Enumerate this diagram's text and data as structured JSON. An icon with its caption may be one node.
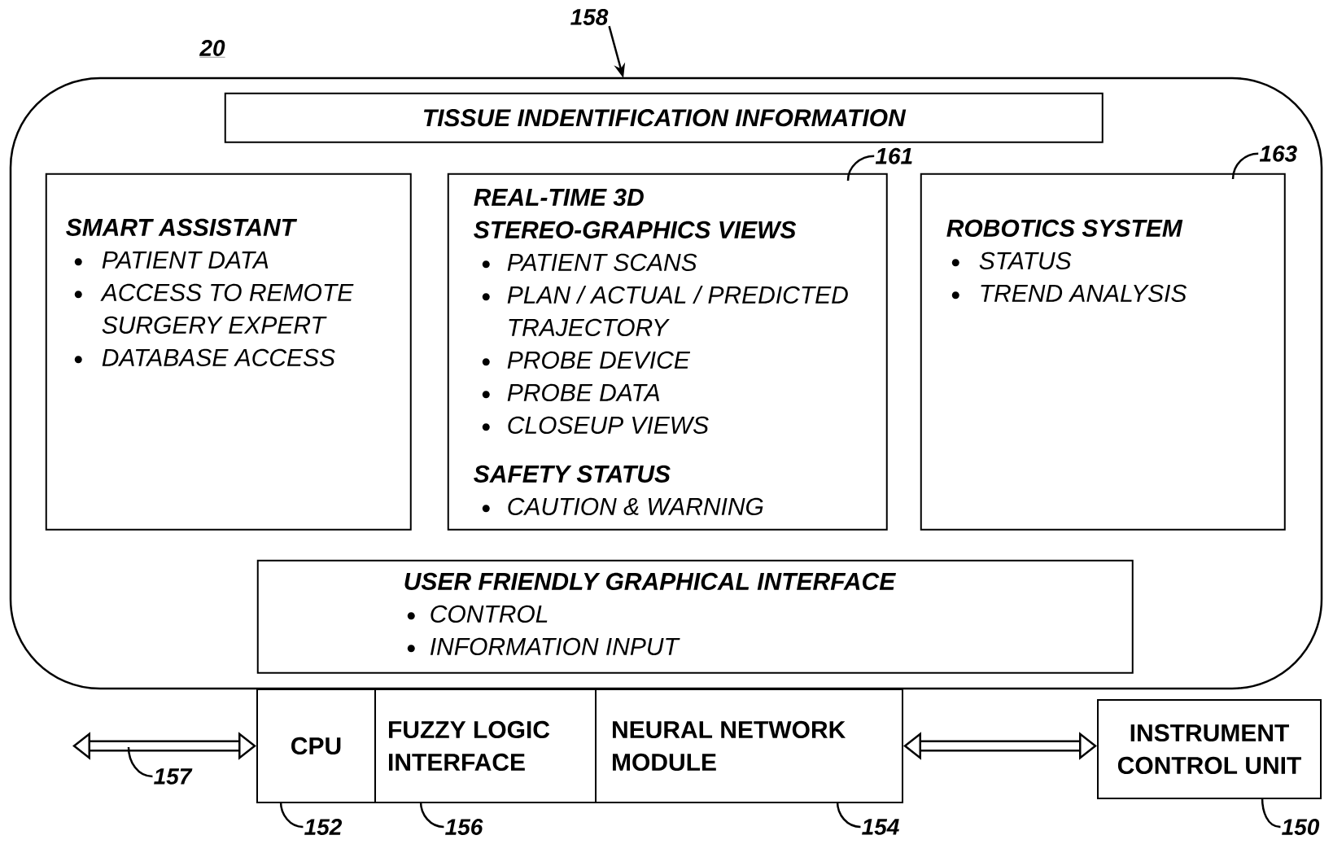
{
  "diagram": {
    "nodes": [
      {
        "text": [],
        "shape": "box"
      },
      {
        "text": [
          "TISSUE INDENTIFICATION INFORMATION"
        ],
        "in": 0
      },
      {
        "text": [
          "SMART ASSISTANT",
          "PATIENT DATA",
          "ACCESS TO REMOTE SURGERY EXPERT",
          "DATABASE ACCESS"
        ],
        "in": 0
      },
      {
        "text": [
          "REAL-TIME 3D STEREO-GRAPHICS VIEWS",
          "PATIENT SCANS",
          "PLAN / ACTUAL / PREDICTED TRAJECTORY",
          "PROBE DEVICE",
          "PROBE DATA",
          "CLOSEUP VIEWS",
          "SAFETY STATUS",
          "CAUTION & WARNING"
        ],
        "in": 0
      },
      {
        "text": [
          "ROBOTICS SYSTEM",
          "STATUS",
          "TREND ANALYSIS"
        ],
        "in": 0
      },
      {
        "text": [
          "USER FRIENDLY GRAPHICAL INTERFACE",
          "CONTROL",
          "INFORMATION INPUT"
        ],
        "in": 0
      },
      {
        "text": [
          "CPU"
        ]
      },
      {
        "text": [
          "FUZZY LOGIC INTERFACE"
        ]
      },
      {
        "text": [
          "NEURAL NETWORK MODULE"
        ]
      },
      {
        "text": [
          "INSTRUMENT CONTROL UNIT"
        ]
      },
      {
        "text": [
          "158"
        ]
      },
      {
        "text": [
          "161"
        ],
        "in": 0
      },
      {
        "text": [
          "163"
        ],
        "in": 0
      },
      {
        "text": [
          "157"
        ]
      },
      {
        "text": [
          "152"
        ]
      },
      {
        "text": [
          "156"
        ]
      },
      {
        "text": [
          "154"
        ]
      },
      {
        "text": [
          "150"
        ]
      }
    ],
    "edges": [
      {
        "from": null,
        "to": 6,
        "arrow": "both",
        "style": "thick"
      },
      {
        "from": 8,
        "to": 9,
        "arrow": "both",
        "style": "thick"
      },
      {
        "from": 10,
        "to": 0,
        "arrow": "to"
      },
      {
        "from": 11,
        "to": 3,
        "arrow": "none"
      },
      {
        "from": 12,
        "to": 4,
        "arrow": "none"
      },
      {
        "from": 13,
        "to": null,
        "arrow": "none"
      },
      {
        "from": 14,
        "to": 6,
        "arrow": "none"
      },
      {
        "from": 15,
        "to": 7,
        "arrow": "none"
      },
      {
        "from": 16,
        "to": 8,
        "arrow": "none"
      },
      {
        "from": 17,
        "to": 9,
        "arrow": "none"
      }
    ],
    "labels": [
      "20"
    ]
  }
}
